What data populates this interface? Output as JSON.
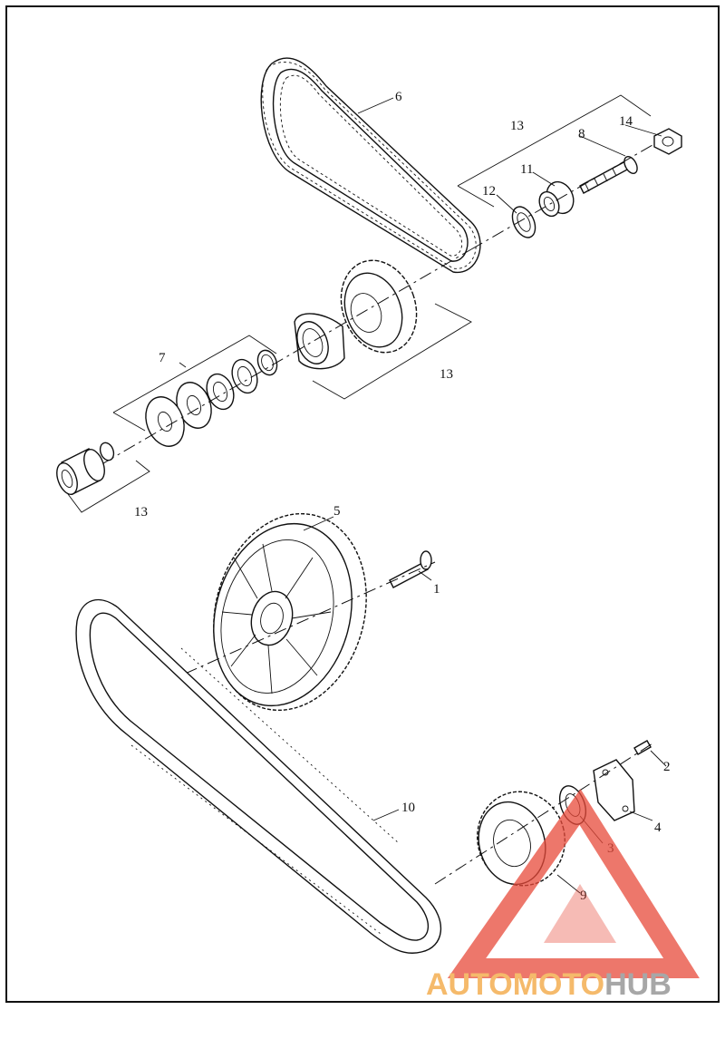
{
  "callouts": [
    {
      "id": "c1",
      "text": "1"
    },
    {
      "id": "c2",
      "text": "2"
    },
    {
      "id": "c3",
      "text": "3"
    },
    {
      "id": "c4",
      "text": "4"
    },
    {
      "id": "c5",
      "text": "5"
    },
    {
      "id": "c6",
      "text": "6"
    },
    {
      "id": "c7",
      "text": "7"
    },
    {
      "id": "c8",
      "text": "8"
    },
    {
      "id": "c9",
      "text": "9"
    },
    {
      "id": "c10",
      "text": "10"
    },
    {
      "id": "c11",
      "text": "11"
    },
    {
      "id": "c12",
      "text": "12"
    },
    {
      "id": "c13a",
      "text": "13"
    },
    {
      "id": "c13b",
      "text": "13"
    },
    {
      "id": "c13c",
      "text": "13"
    },
    {
      "id": "c14",
      "text": "14"
    }
  ],
  "watermark": {
    "part1": "AUTO",
    "part2": "MOTO",
    "part3": "HUB",
    "color_orange": "#f2a33a",
    "color_gray": "#8a8a8a",
    "color_triangle": "#e84a3a"
  }
}
